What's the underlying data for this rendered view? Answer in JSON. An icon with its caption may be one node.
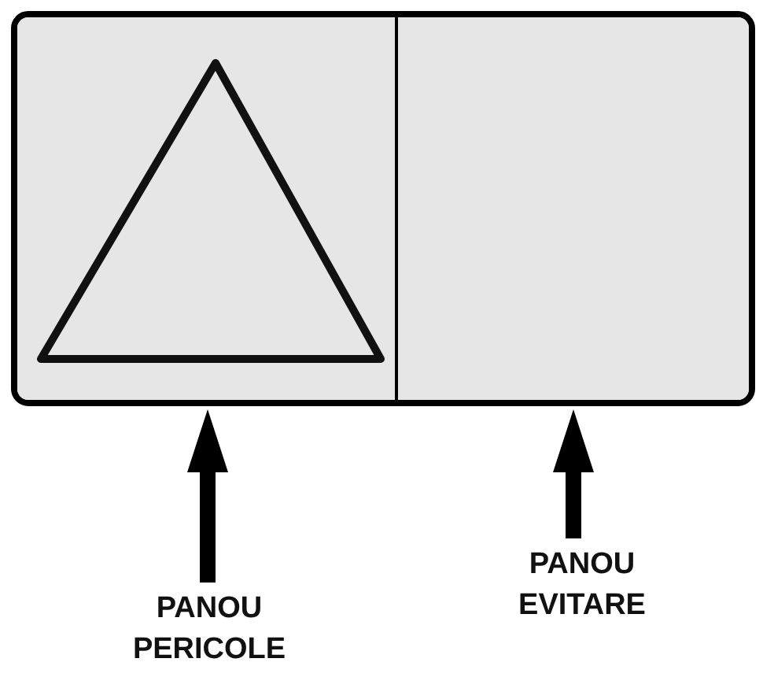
{
  "diagram": {
    "nodes": [
      {
        "text": [],
        "shape": "box"
      },
      {
        "text": [],
        "shape": "box",
        "in": 0
      },
      {
        "text": [],
        "shape": "box",
        "in": 0
      },
      {
        "text": [
          "PANOU PERICOLE"
        ]
      },
      {
        "text": [
          "PANOU EVITARE"
        ]
      }
    ],
    "edges": [
      {
        "from": 3,
        "to": 1,
        "arrow": "to"
      },
      {
        "from": 4,
        "to": 2,
        "arrow": "to"
      }
    ]
  }
}
